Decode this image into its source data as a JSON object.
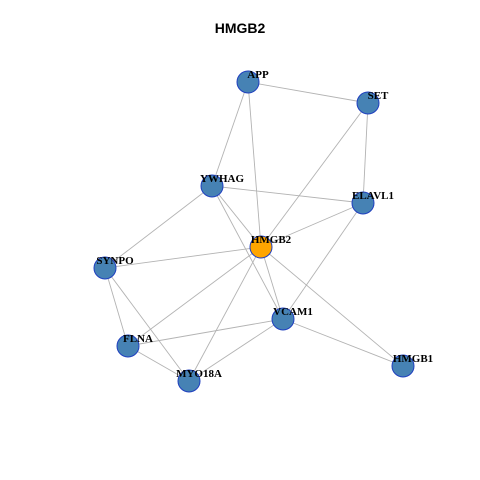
{
  "title": "HMGB2",
  "colors": {
    "node": "#4682b4",
    "node_center": "#ffa500",
    "node_stroke": "#1f3fbf",
    "edge": "#b3b3b3"
  },
  "nodes": [
    {
      "id": "APP",
      "label": "APP"
    },
    {
      "id": "SET",
      "label": "SET"
    },
    {
      "id": "YWHAG",
      "label": "YWHAG"
    },
    {
      "id": "ELAVL1",
      "label": "ELAVL1"
    },
    {
      "id": "HMGB2",
      "label": "HMGB2",
      "center": true
    },
    {
      "id": "SYNPO",
      "label": "SYNPO"
    },
    {
      "id": "VCAM1",
      "label": "VCAM1"
    },
    {
      "id": "FLNA",
      "label": "FLNA"
    },
    {
      "id": "MYO18A",
      "label": "MYO18A"
    },
    {
      "id": "HMGB1",
      "label": "HMGB1"
    }
  ],
  "edges": [
    [
      "APP",
      "SET"
    ],
    [
      "APP",
      "YWHAG"
    ],
    [
      "APP",
      "HMGB2"
    ],
    [
      "SET",
      "HMGB2"
    ],
    [
      "SET",
      "ELAVL1"
    ],
    [
      "YWHAG",
      "ELAVL1"
    ],
    [
      "YWHAG",
      "HMGB2"
    ],
    [
      "YWHAG",
      "SYNPO"
    ],
    [
      "YWHAG",
      "VCAM1"
    ],
    [
      "ELAVL1",
      "HMGB2"
    ],
    [
      "ELAVL1",
      "VCAM1"
    ],
    [
      "HMGB2",
      "SYNPO"
    ],
    [
      "HMGB2",
      "VCAM1"
    ],
    [
      "HMGB2",
      "FLNA"
    ],
    [
      "HMGB2",
      "MYO18A"
    ],
    [
      "HMGB2",
      "HMGB1"
    ],
    [
      "SYNPO",
      "FLNA"
    ],
    [
      "SYNPO",
      "MYO18A"
    ],
    [
      "VCAM1",
      "FLNA"
    ],
    [
      "VCAM1",
      "MYO18A"
    ],
    [
      "VCAM1",
      "HMGB1"
    ],
    [
      "FLNA",
      "MYO18A"
    ]
  ]
}
